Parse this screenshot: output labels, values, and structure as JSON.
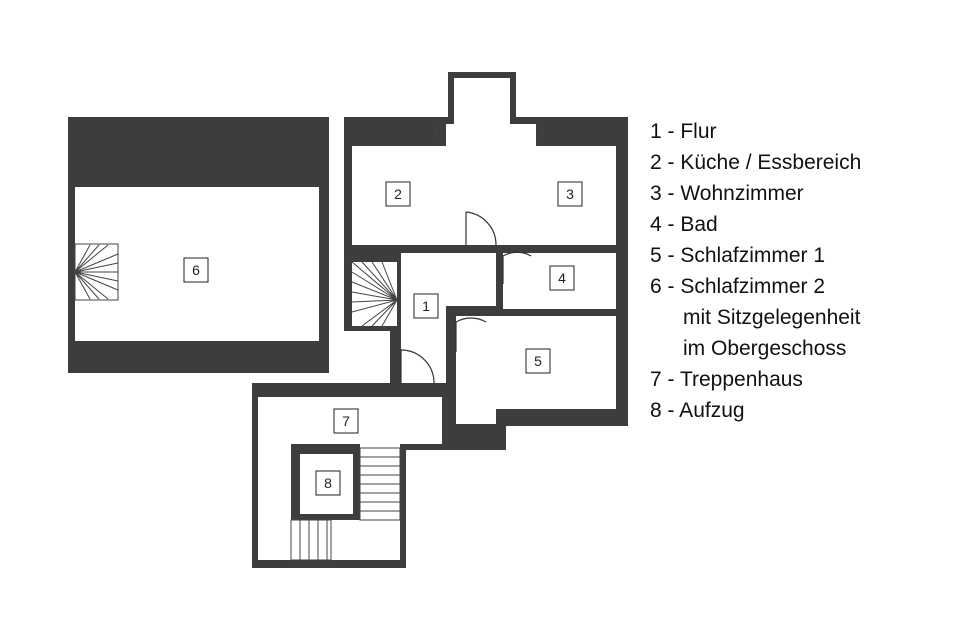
{
  "rooms": [
    {
      "number": "1",
      "name": "Flur"
    },
    {
      "number": "2",
      "name": "Küche / Essbereich"
    },
    {
      "number": "3",
      "name": "Wohnzimmer"
    },
    {
      "number": "4",
      "name": "Bad"
    },
    {
      "number": "5",
      "name": "Schlafzimmer 1"
    },
    {
      "number": "6",
      "name": "Schlafzimmer 2",
      "extra": [
        "mit Sitzgelegenheit",
        "im Obergeschoss"
      ]
    },
    {
      "number": "7",
      "name": "Treppenhaus"
    },
    {
      "number": "8",
      "name": "Aufzug"
    }
  ],
  "legend": [
    {
      "text": "1 - Flur"
    },
    {
      "text": "2 - Küche / Essbereich"
    },
    {
      "text": "3 - Wohnzimmer"
    },
    {
      "text": "4 - Bad"
    },
    {
      "text": "5 - Schlafzimmer 1"
    },
    {
      "text": "6 - Schlafzimmer 2"
    },
    {
      "text": "mit Sitzgelegenheit",
      "continuation": true
    },
    {
      "text": "im Obergeschoss",
      "continuation": true
    },
    {
      "text": "7 - Treppenhaus"
    },
    {
      "text": "8 - Aufzug"
    }
  ],
  "colors": {
    "wall": "#3d3d3d",
    "floor": "#ffffff",
    "line": "#333333",
    "text": "#111111"
  }
}
